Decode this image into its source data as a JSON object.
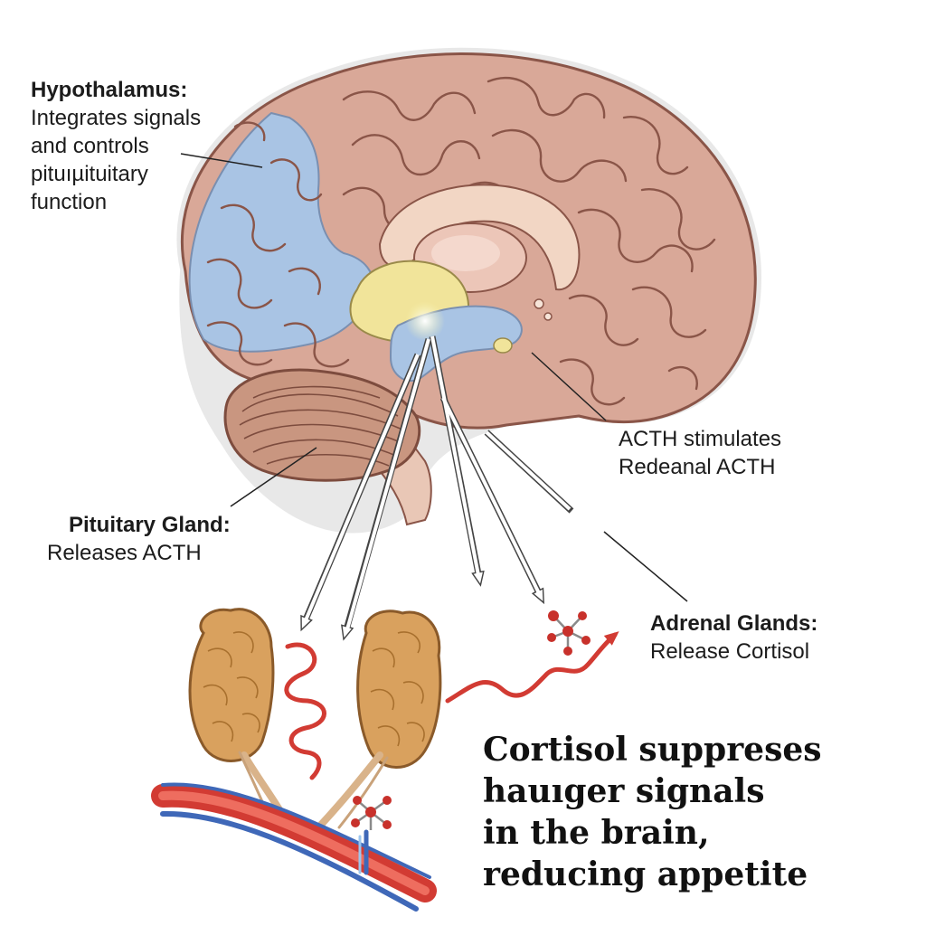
{
  "labels": {
    "hypothalamus": {
      "title": "Hypothalamus:",
      "lines": [
        "Integrates signals",
        "and controls",
        "pituıµituitary",
        "function"
      ]
    },
    "acth": {
      "lines": [
        "ACTH stimulates",
        "Redeanal ACTH"
      ]
    },
    "pituitary": {
      "title": "Pituitary Gland:",
      "lines": [
        "Releases ACTH"
      ]
    },
    "adrenal": {
      "title": "Adrenal Glands:",
      "lines": [
        "Release Cortisol"
      ]
    }
  },
  "caption": {
    "lines": [
      "Cortisol suppreses",
      "hauıger signals",
      "in the brain,",
      "reducing appetite"
    ]
  },
  "colors": {
    "cortex": "#d9a898",
    "cortex_outline": "#8a5548",
    "frontal_lobe": "#a9c4e4",
    "hypothalamus_region": "#f1e49a",
    "cerebellum": "#c99680",
    "adrenal_gland": "#d9a15e",
    "artery": "#d23b33",
    "vein": "#3f68b8",
    "cortisol_molecule": "#c8312b",
    "text": "#1c1c1c"
  }
}
